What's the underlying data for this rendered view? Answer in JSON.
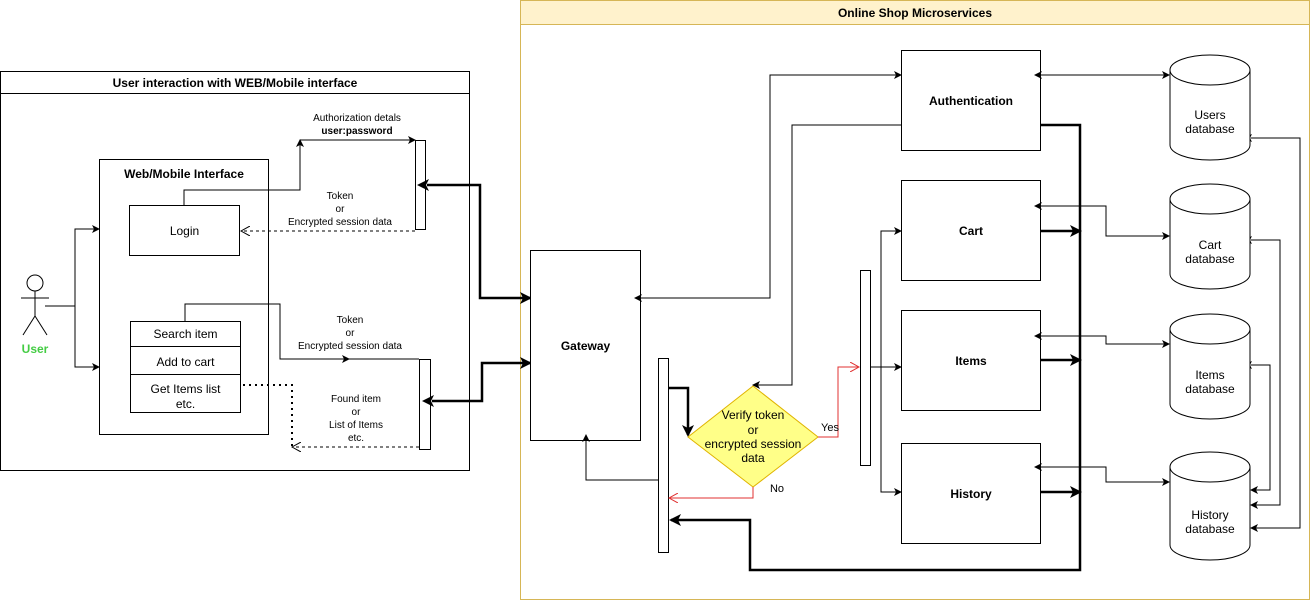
{
  "colors": {
    "container_title_fill": "#fff2cc",
    "container_border": "#d6b656",
    "decision_fill": "#ffff88",
    "decision_border": "#e0b400",
    "user_label": "#44cc44",
    "no_path": "#e03030"
  },
  "left_panel": {
    "title": "User interaction with WEB/Mobile interface",
    "user_label": "User",
    "interface_title": "Web/Mobile Interface",
    "login_label": "Login",
    "menu": [
      "Search item",
      "Add to cart",
      "Get Items list",
      "etc."
    ],
    "auth_details_line1": "Authorization detals",
    "auth_details_line2": "user:password",
    "token_top": [
      "Token",
      "or",
      "Encrypted session data"
    ],
    "token_mid": [
      "Token",
      "or",
      "Encrypted session data"
    ],
    "found_item": [
      "Found item",
      "or",
      "List of Items",
      "etc."
    ]
  },
  "right_panel": {
    "title": "Online Shop Microservices",
    "gateway": "Gateway",
    "services": [
      "Authentication",
      "Cart",
      "Items",
      "History"
    ],
    "databases": [
      [
        "Users",
        "database"
      ],
      [
        "Cart",
        "database"
      ],
      [
        "Items",
        "database"
      ],
      [
        "History",
        "database"
      ]
    ],
    "decision": [
      "Verify token",
      "or",
      "encrypted session",
      "data"
    ],
    "yes_label": "Yes",
    "no_label": "No"
  }
}
